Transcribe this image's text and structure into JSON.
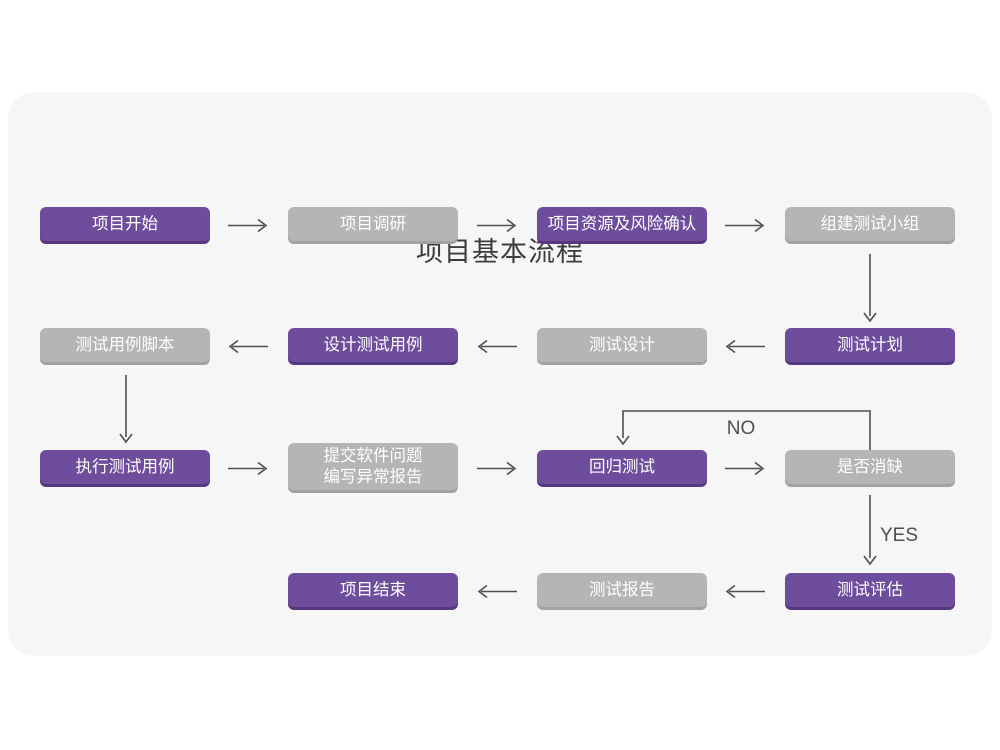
{
  "title": "项目基本流程",
  "colors": {
    "purple": "#6e4d9d",
    "purple_shadow": "#563880",
    "gray": "#b5b4b6",
    "gray_shadow": "#a2a1a3",
    "card_bg": "#f6f6f6",
    "page_bg": "#ffffff",
    "connector": "#4f4f4f",
    "title_text": "#3c3c3c",
    "node_text": "#ffffff"
  },
  "edge_labels": {
    "no": "NO",
    "yes": "YES"
  },
  "nodes": [
    {
      "label": "项目开始",
      "variant": "purple"
    },
    {
      "label": "项目调研",
      "variant": "gray"
    },
    {
      "label": "项目资源及风险确认",
      "variant": "purple"
    },
    {
      "label": "组建测试小组",
      "variant": "gray"
    },
    {
      "label": "测试计划",
      "variant": "purple"
    },
    {
      "label": "测试设计",
      "variant": "gray"
    },
    {
      "label": "设计测试用例",
      "variant": "purple"
    },
    {
      "label": "测试用例脚本",
      "variant": "gray"
    },
    {
      "label": "执行测试用例",
      "variant": "purple"
    },
    {
      "label": "提交软件问题\n编写异常报告",
      "variant": "gray"
    },
    {
      "label": "回归测试",
      "variant": "purple"
    },
    {
      "label": "是否消缺",
      "variant": "gray"
    },
    {
      "label": "测试评估",
      "variant": "purple"
    },
    {
      "label": "测试报告",
      "variant": "gray"
    },
    {
      "label": "项目结束",
      "variant": "purple"
    }
  ]
}
